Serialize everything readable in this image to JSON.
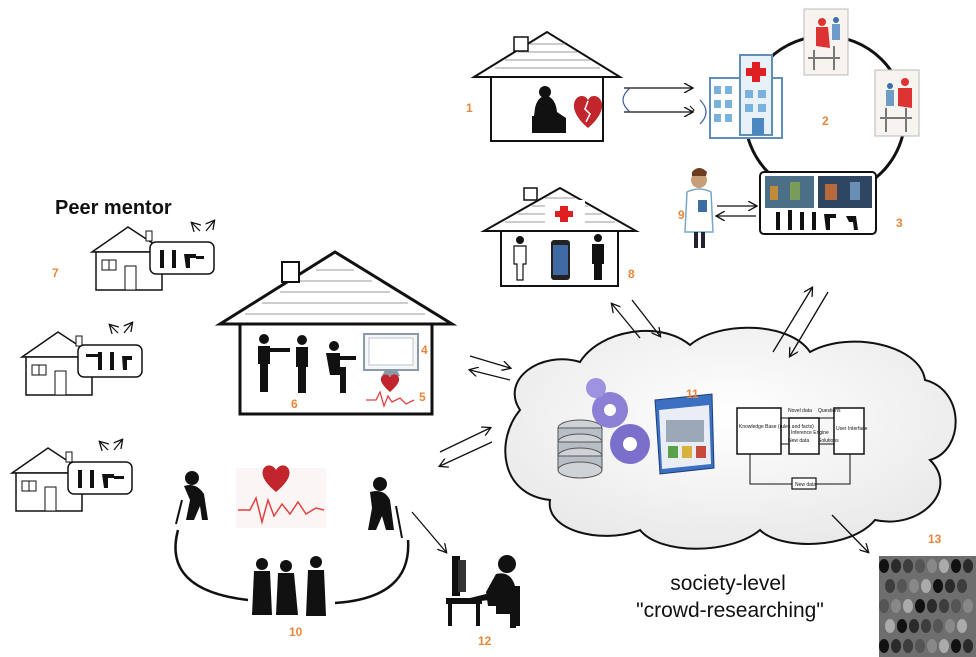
{
  "peer_mentor_title": "Peer mentor",
  "caption": {
    "line1": "society-level",
    "line2": "\"crowd-researching\""
  },
  "numbers": {
    "n1": "1",
    "n2": "2",
    "n3": "3",
    "n4": "4",
    "n5": "5",
    "n6": "6",
    "n7": "7",
    "n8": "8",
    "n9": "9",
    "n10": "10",
    "n11": "11",
    "n12": "12",
    "n13": "13"
  },
  "cloud_panel": {
    "kb_label": "Knowledge Base (rules and facts)",
    "engine_label": "Inference Engine",
    "ui_label": "User Interface",
    "new_data": "New data",
    "novel_data": "Novel data",
    "questions": "Questions",
    "solutions": "Solutions"
  },
  "colors": {
    "number_accent": "#e8863a",
    "heart": "#c0262c",
    "silhouette": "#111111",
    "cloud_fill": "#f2f2f2"
  }
}
